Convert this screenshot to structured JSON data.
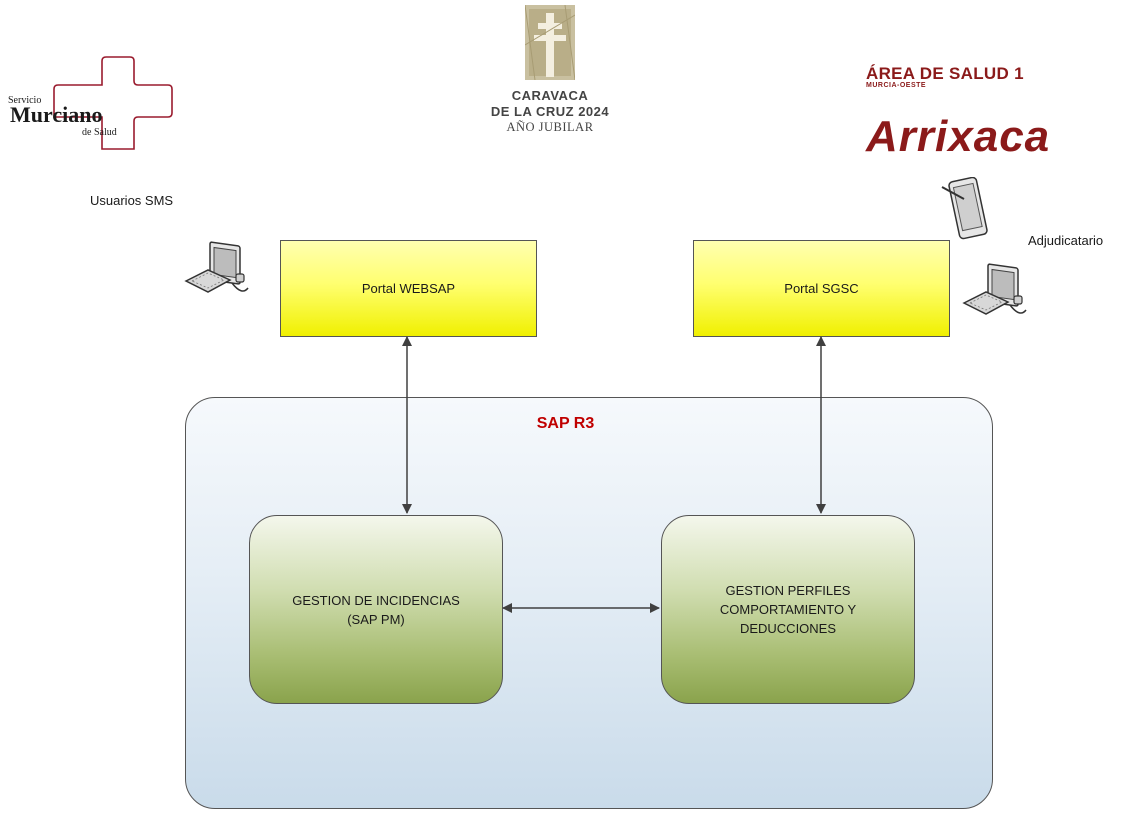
{
  "logos": {
    "sms": {
      "line1": "Servicio",
      "line2": "Murciano",
      "line3": "de Salud"
    },
    "caravaca": {
      "line1": "CARAVACA",
      "line2": "DE LA CRUZ 2024",
      "line3": "AÑO JUBILAR"
    },
    "area": {
      "title": "ÁREA DE SALUD 1",
      "subtitle": "MURCIA-OESTE",
      "brand": "Arrixaca"
    }
  },
  "actors": {
    "left": "Usuarios SMS",
    "right": "Adjudicatario"
  },
  "portals": {
    "websap": "Portal WEBSAP",
    "sgsc": "Portal SGSC"
  },
  "container": {
    "title": "SAP R3"
  },
  "modules": {
    "incidencias": {
      "line1": "GESTION DE INCIDENCIAS",
      "line2": "(SAP PM)"
    },
    "perfiles": {
      "line1": "GESTION PERFILES",
      "line2": "COMPORTAMIENTO Y",
      "line3": "DEDUCCIONES"
    }
  },
  "colors": {
    "portal_fill": "#ffff70",
    "container_fill": "#dfe9f3",
    "module_fill": "#a8bd72",
    "title_red": "#c00000",
    "brand_red": "#8b1a1a"
  },
  "icons": [
    "desktop-computer-icon",
    "tablet-pen-icon"
  ]
}
